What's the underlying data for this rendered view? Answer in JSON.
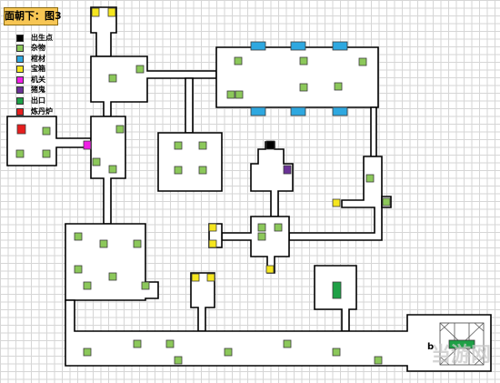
{
  "map": {
    "title": "面朝下：图3",
    "legend": [
      {
        "key": "spawn",
        "label": "出生点",
        "color": "#000000"
      },
      {
        "key": "misc",
        "label": "杂物",
        "color": "#8cc85a"
      },
      {
        "key": "coffin",
        "label": "棺材",
        "color": "#2ea8e0"
      },
      {
        "key": "treasure",
        "label": "宝箱",
        "color": "#f5e61e"
      },
      {
        "key": "trap",
        "label": "机关",
        "color": "#f01ee6"
      },
      {
        "key": "ghost",
        "label": "猪鬼",
        "color": "#6a3296"
      },
      {
        "key": "exit",
        "label": "出口",
        "color": "#1ea046"
      },
      {
        "key": "furnace",
        "label": "炼丹炉",
        "color": "#e61e1e"
      },
      {
        "key": "boss",
        "label": "boss",
        "letter": "b"
      }
    ],
    "boss_marker": "b",
    "watermark": "当游网"
  }
}
